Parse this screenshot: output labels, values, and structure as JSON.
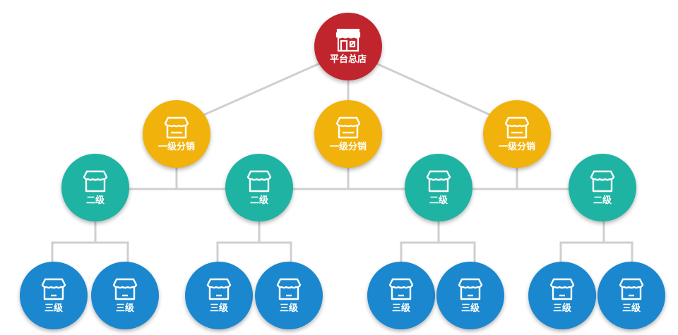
{
  "colors": {
    "root": "#c0252d",
    "level1": "#f2b20c",
    "level2": "#1fb3a3",
    "level3": "#1b87cf",
    "connector": "#cfcfcf"
  },
  "nodes": {
    "root": {
      "label": "平台总店",
      "icon": "storefront-icon"
    },
    "level1": [
      {
        "label": "一级分销",
        "icon": "shop-icon"
      },
      {
        "label": "一级分销",
        "icon": "shop-icon"
      },
      {
        "label": "一级分销",
        "icon": "shop-icon"
      }
    ],
    "level2": [
      {
        "label": "二级",
        "icon": "shop-icon"
      },
      {
        "label": "二级",
        "icon": "shop-icon"
      },
      {
        "label": "二级",
        "icon": "shop-icon"
      },
      {
        "label": "二级",
        "icon": "shop-icon"
      }
    ],
    "level3": [
      {
        "label": "三级",
        "icon": "shop-icon"
      },
      {
        "label": "三级",
        "icon": "shop-icon"
      },
      {
        "label": "三级",
        "icon": "shop-icon"
      },
      {
        "label": "三级",
        "icon": "shop-icon"
      },
      {
        "label": "三级",
        "icon": "shop-icon"
      },
      {
        "label": "三级",
        "icon": "shop-icon"
      },
      {
        "label": "三级",
        "icon": "shop-icon"
      },
      {
        "label": "三级",
        "icon": "shop-icon"
      }
    ]
  }
}
